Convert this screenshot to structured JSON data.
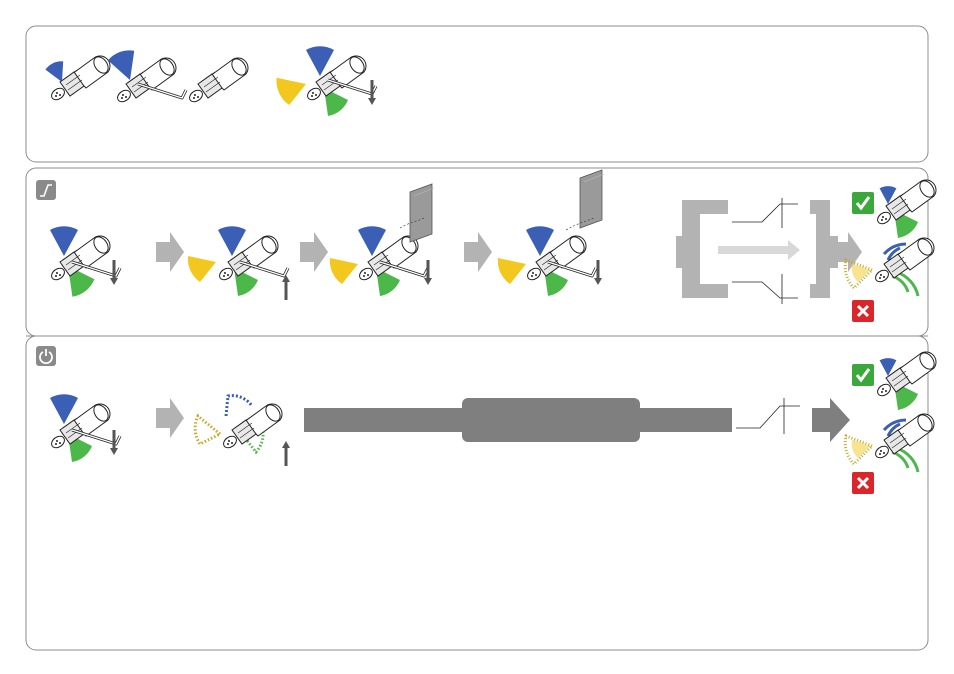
{
  "panels": [
    {
      "id": "setup",
      "icon": "none"
    },
    {
      "id": "teach-in",
      "icon": "ramp-icon"
    },
    {
      "id": "power-on",
      "icon": "power-icon"
    }
  ],
  "colors": {
    "blue": "#3a5fb4",
    "yellow": "#f2c81e",
    "green": "#4cb84a",
    "gray": "#7f7f7f",
    "light_gray": "#b3b3b3",
    "ok_green": "#3aa83a",
    "fail_red": "#d9262b",
    "border": "#8c8c8c"
  },
  "icons": {
    "teach_icon": "ramp-icon",
    "power_icon": "power-icon",
    "ok_icon": "check-icon",
    "fail_icon": "cross-icon",
    "step_arrow": "right-arrow-icon",
    "down_arrow": "down-arrow-icon",
    "up_arrow": "up-arrow-icon"
  }
}
